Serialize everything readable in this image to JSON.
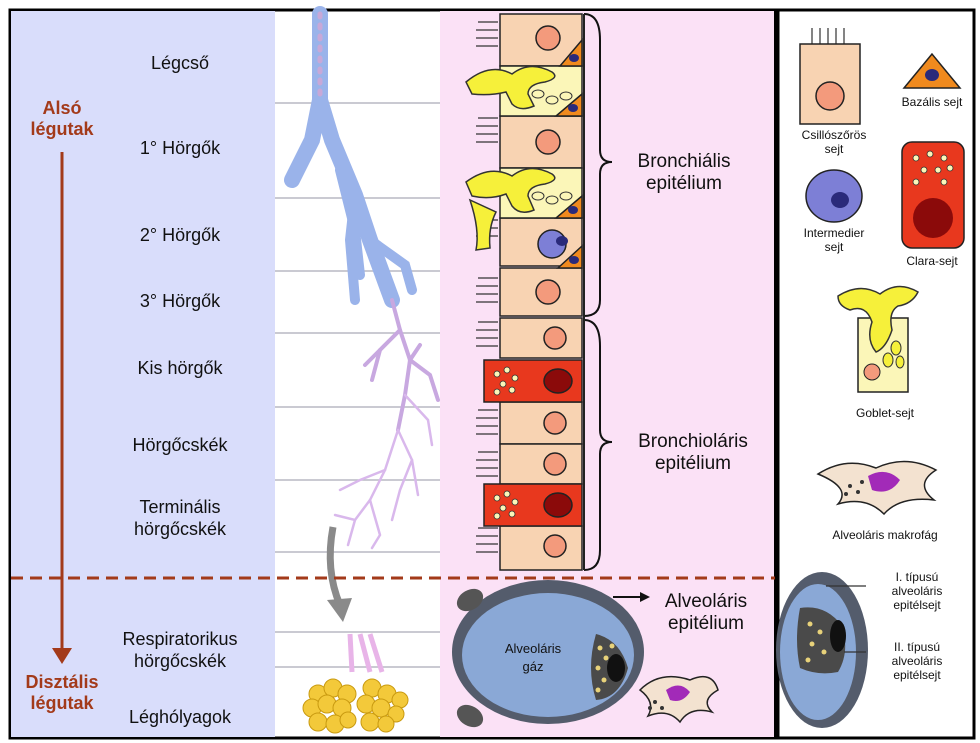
{
  "levels": {
    "trachea": "Légcső",
    "bronchi_1": "1° Hörgők",
    "bronchi_2": "2° Hörgők",
    "bronchi_3": "3° Hörgők",
    "small_bronchi": "Kis hörgők",
    "bronchioles": "Hörgőcskék",
    "terminal_1": "Terminális",
    "terminal_2": "hörgőcskék",
    "respiratory_1": "Respiratorikus",
    "respiratory_2": "hörgőcskék",
    "alveoli": "Léghólyagok"
  },
  "airways": {
    "upper_1": "Alsó",
    "upper_2": "légutak",
    "lower_1": "Disztális",
    "lower_2": "légutak"
  },
  "epithelium": {
    "bronchial_1": "Bronchiális",
    "bronchial_2": "epitélium",
    "bronchiolar_1": "Bronchioláris",
    "bronchiolar_2": "epitélium",
    "alveolar_1": "Alveoláris",
    "alveolar_2": "epitélium",
    "gas_1": "Alveoláris",
    "gas_2": "gáz"
  },
  "legend": {
    "ciliated_1": "Csillószőrös",
    "ciliated_2": "sejt",
    "basal": "Bazális sejt",
    "intermediate_1": "Intermedier",
    "intermediate_2": "sejt",
    "clara": "Clara-sejt",
    "goblet": "Goblet-sejt",
    "macrophage": "Alveoláris makrofág",
    "type1_1": "I. típusú",
    "type1_2": "alveoláris",
    "type1_3": "epitélsejt",
    "type2_1": "II. típusú",
    "type2_2": "alveoláris",
    "type2_3": "epitélsejt"
  },
  "colors": {
    "left_bg": "#d9ddfb",
    "epi_bg": "#fbe1f6",
    "ciliated": "#f8d3b2",
    "nucleus": "#f39a7c",
    "basal": "#f08a1e",
    "clara": "#e8381e",
    "goblet": "#f6f03a",
    "intermediate": "#7d7fd6",
    "arrow": "#a33a1a",
    "alveolus": "#8aa8d6"
  }
}
